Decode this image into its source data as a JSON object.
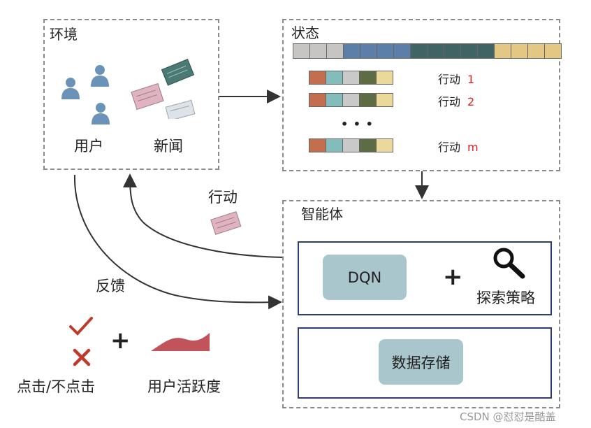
{
  "environment": {
    "title": "环境",
    "users_label": "用户",
    "news_label": "新闻"
  },
  "state": {
    "title": "状态",
    "bar_colors": [
      "#c7c5c4",
      "#c7c5c4",
      "#c7c5c4",
      "#5b7fa8",
      "#5b7fa8",
      "#5b7fa8",
      "#5b7fa8",
      "#3f6463",
      "#3f6463",
      "#3f6463",
      "#3f6463",
      "#3f6463",
      "#e3c782",
      "#e3c782",
      "#e3c782",
      "#e3c782"
    ],
    "action_colors": [
      "#c36e4e",
      "#83bcbb",
      "#c9c9c9",
      "#5e6c44",
      "#ead99a"
    ],
    "actions": [
      {
        "label": "行动",
        "num": "1"
      },
      {
        "label": "行动",
        "num": "2"
      },
      {
        "label": "行动",
        "num": "m"
      }
    ],
    "ellipsis": "• • •"
  },
  "agent": {
    "title": "智能体",
    "dqn": "DQN",
    "plus": "+",
    "explore": "探索策略",
    "storage": "数据存储"
  },
  "flow": {
    "action_label": "行动",
    "feedback_label": "反馈"
  },
  "feedback": {
    "plus": "+",
    "click_label": "点击/不点击",
    "activity_label": "用户活跃度"
  },
  "watermark": "CSDN @怼怼是酷盖",
  "colors": {
    "check": "#c0392b",
    "cross": "#c0392b",
    "activity": "#c0545a",
    "user": "#6b93b8",
    "frame": "#2f3e6e"
  }
}
